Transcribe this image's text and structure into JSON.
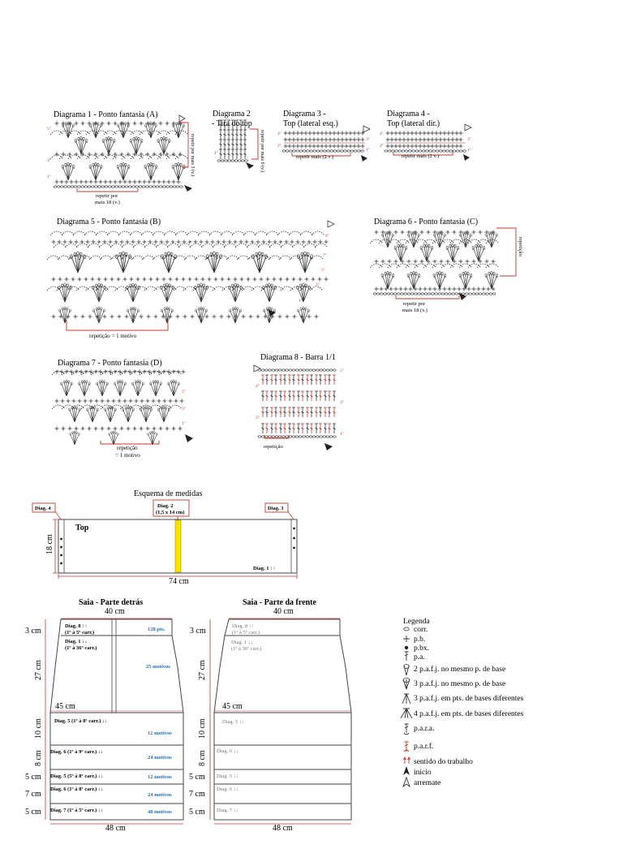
{
  "colors": {
    "ink": "#333333",
    "red": "#c0392b",
    "blue": "#1f6fb5",
    "gray": "#777777",
    "yellow": "#f5e400",
    "rowbar": "#c0392b"
  },
  "diagrams": {
    "d1": {
      "title": "Diagrama 1 - Ponto fantasia (A)",
      "repeat_side": "repetir por mais 3 (v.)",
      "repeat_bottom_1": "repetir por",
      "repeat_bottom_2": "mais 18 (v.)",
      "rows": [
        "5º",
        "3º",
        "1º",
        "2º"
      ]
    },
    "d2": {
      "title_1": "Diagrama 2",
      "title_2": "- Tira do top",
      "repeat": "repetir por mais 6 (v.)",
      "rows": [
        "1º"
      ]
    },
    "d3": {
      "title_1": "Diagrama 3 -",
      "title_2": "Top  (lateral esq.)",
      "repeat": "repetir mais (2 v.)",
      "rows": [
        "4º",
        "3º",
        "2º",
        "1º"
      ]
    },
    "d4": {
      "title_1": "Diagrama 4 -",
      "title_2": "Top  (lateral dir.)",
      "repeat": "repetir mais (2 v.)",
      "rows": [
        "4º",
        "3º",
        "2º",
        "1º"
      ]
    },
    "d5": {
      "title": "Diagrama 5 - Ponto fantasia (B)",
      "repeat": "repetição = 1 motivo",
      "rows": [
        "8º",
        "7º",
        "5º",
        "3º",
        "1º"
      ]
    },
    "d6": {
      "title": "Diagrama 6 - Ponto fantasia (C)",
      "repeat_side": "repetição",
      "repeat_bottom_1": "repetir por",
      "repeat_bottom_2": "mais 18 (v.)"
    },
    "d7": {
      "title": "Diagrama 7 - Ponto fantasia (D)",
      "repeat_1": "repetição",
      "repeat_2": "= 1 motivo",
      "rows": [
        "5º",
        "3º",
        "1º"
      ]
    },
    "d8": {
      "title": "Diagrama 8 - Barra 1/1",
      "repeat": "repetição",
      "rows": [
        "5º",
        "4º",
        "3º",
        "2º",
        "1º"
      ]
    }
  },
  "esquema": {
    "title": "Esquema de medidas",
    "diag4": "Diag. 4",
    "diag2_1": "Diag. 2",
    "diag2_2": "(1,5 x 14 cm)",
    "diag3": "Diag. 3",
    "top": "Top",
    "height": "18 cm",
    "width": "74 cm",
    "diag1": "Diag. 1 ↑↑"
  },
  "saia_tras": {
    "title": "Saia - Parte detrás",
    "top_width": "40 cm",
    "bottom_width": "48 cm",
    "inner_width": "45 cm",
    "heights": [
      "3 cm",
      "27 cm",
      "10 cm",
      "8 cm",
      "5 cm",
      "7 cm",
      "5 cm"
    ],
    "labels": [
      {
        "l1": "Diag. 8 ↑↑",
        "l2": "(1º à 5º carr.)",
        "motivo": "128 pts."
      },
      {
        "l1": "Diag. 1 ↓↓",
        "l2": "(1º à 36º carr.)",
        "motivo": "25 motivos"
      },
      {
        "l1": "Diag. 5 (1º à 8º carr.) ↓↓",
        "l2": "",
        "motivo": "12 motivos"
      },
      {
        "l1": "Diag. 6 (1º à 9º carr.) ↓↓",
        "l2": "",
        "motivo": "24 motivos"
      },
      {
        "l1": "Diag. 5 (5º à 8º carr.) ↓↓",
        "l2": "",
        "motivo": "12 motivos"
      },
      {
        "l1": "Diag. 6 (1º à 8º carr.) ↓↓",
        "l2": "",
        "motivo": "24 motivos"
      },
      {
        "l1": "Diag. 7 (1º à 5º carr.) ↓↓",
        "l2": "",
        "motivo": "48 motivos"
      }
    ]
  },
  "saia_frente": {
    "title": "Saia - Parte da frente",
    "top_width": "40 cm",
    "bottom_width": "48 cm",
    "inner_width": "45 cm",
    "heights": [
      "3 cm",
      "27 cm",
      "10 cm",
      "8 cm",
      "5 cm",
      "7 cm",
      "5 cm"
    ],
    "labels": [
      {
        "l1": "Diag. 8 ↑↑",
        "l2": "(1º à 5º carr.)"
      },
      {
        "l1": "Diag. 1 ↓↓",
        "l2": "(1º à 36º carr.)"
      },
      {
        "l1": "Diag. 5 ↓↓",
        "l2": ""
      },
      {
        "l1": "Diag. 6 ↓↓",
        "l2": ""
      },
      {
        "l1": "Diag. 5 ↓↓",
        "l2": ""
      },
      {
        "l1": "Diag. 6 ↓↓",
        "l2": ""
      },
      {
        "l1": "Diag. 7 ↓↓",
        "l2": ""
      }
    ]
  },
  "legenda": {
    "title": "Legenda",
    "items": [
      {
        "icon": "chain-icon",
        "text": "corr."
      },
      {
        "icon": "single-crochet-icon",
        "text": "p.b."
      },
      {
        "icon": "slip-stitch-icon",
        "text": "p.bx."
      },
      {
        "icon": "double-crochet-icon",
        "text": "p.a."
      },
      {
        "icon": "cluster-2-icon",
        "text": "2 p.a.f.j. no mesmo p. de base"
      },
      {
        "icon": "cluster-3-icon",
        "text": "3 p.a.f.j. no mesmo p. de base"
      },
      {
        "icon": "decrease-3-icon",
        "text": "3 p.a.f.j. em pts. de bases diferentes"
      },
      {
        "icon": "decrease-4-icon",
        "text": "4 p.a.f.j. em pts. de bases diferentes"
      },
      {
        "icon": "raised-front-icon",
        "text": "p.a.r.a."
      },
      {
        "icon": "raised-back-icon",
        "text": "p.a.r.f."
      },
      {
        "icon": "direction-arrows-icon",
        "text": "sentido do trabalho"
      },
      {
        "icon": "start-arrow-icon",
        "text": "início"
      },
      {
        "icon": "finish-arrow-icon",
        "text": "arremate"
      }
    ]
  }
}
